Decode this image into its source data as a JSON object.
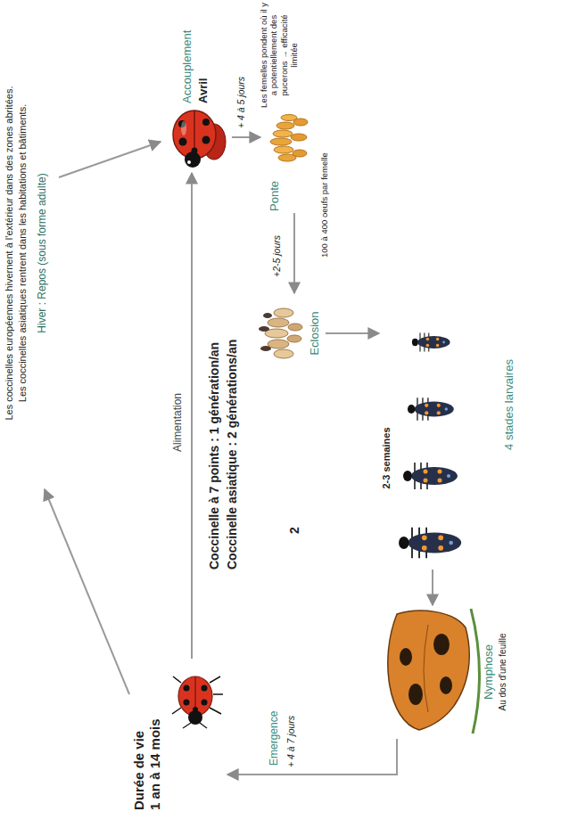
{
  "diagram": {
    "nodes": [
      {
        "text": [
          "Les coccinelles européennes hivernent à l'extérieur dans des zones abritées.",
          "Les coccinelles asiatiques rentrent dans les habitations et bâtiments.",
          "Hiver : Repos (sous forme adulte)"
        ]
      },
      {
        "text": [
          "Accouplement",
          "Avril"
        ]
      },
      {
        "text": [
          "Ponte"
        ]
      },
      {
        "text": [
          "Eclosion"
        ]
      },
      {
        "text": [
          "2-3 semaines",
          "4 stades larvaires"
        ]
      },
      {
        "text": [
          "Nymphose",
          "Au dos d'une feuille"
        ]
      },
      {
        "text": [
          "Durée de vie",
          "1 an à 14 mois"
        ]
      }
    ],
    "edges": [
      {
        "from": 0,
        "to": 1,
        "arrow": "to"
      },
      {
        "from": 1,
        "to": 2,
        "label": "+ 4 à 5 jours",
        "arrow": "to"
      },
      {
        "from": 2,
        "to": 3,
        "label": "+2-5 jours",
        "arrow": "to"
      },
      {
        "from": 3,
        "to": 4,
        "arrow": "to"
      },
      {
        "from": 4,
        "to": 5,
        "arrow": "to"
      },
      {
        "from": 5,
        "to": 6,
        "label": "Emergence",
        "arrow": "to"
      },
      {
        "from": 6,
        "to": 1,
        "label": "Alimentation",
        "arrow": "to"
      },
      {
        "from": 6,
        "to": 0,
        "arrow": "to"
      }
    ],
    "labels": [
      "Les femelles pondent où il y a potentiellement des pucerons → efficacité limitée",
      "100 à 400 oeufs par femelle",
      "+ 4 à 7 jours",
      "Coccinelle à 7 points : 1 génération/an",
      "Coccinelle asiatique : 2 générations/an",
      "2"
    ]
  }
}
